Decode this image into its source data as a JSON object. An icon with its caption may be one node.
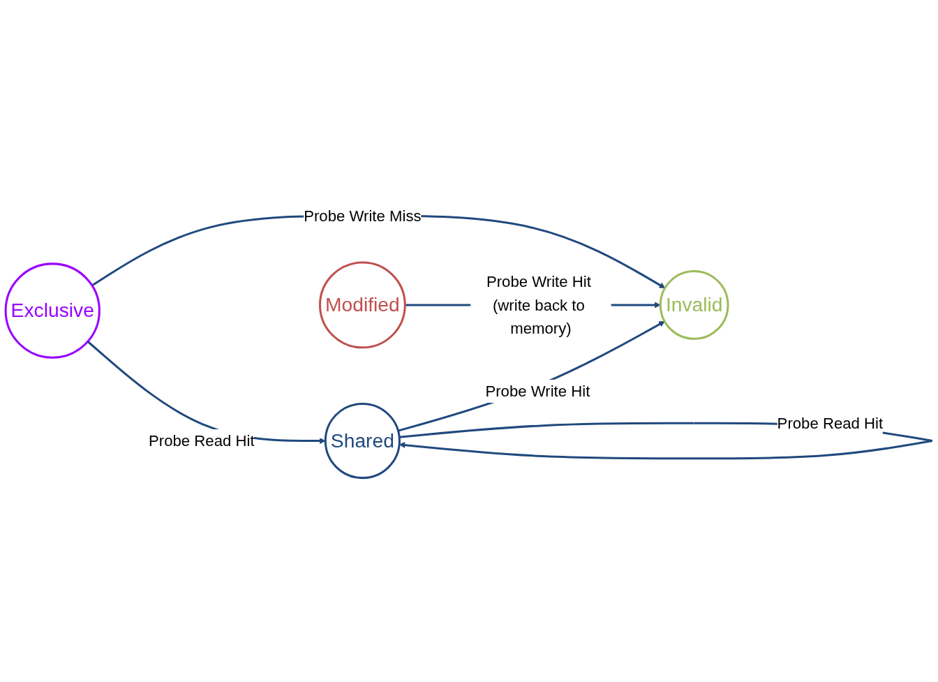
{
  "diagram": {
    "nodes": [
      {
        "text": [
          "Invalid"
        ]
      },
      {
        "text": [
          "Exclusive"
        ]
      },
      {
        "text": [
          "Shared"
        ]
      },
      {
        "text": [
          "Modified"
        ]
      }
    ],
    "edges": [
      {
        "from": 1,
        "to": 0,
        "arrow": "to",
        "label": "Probe Write Miss"
      },
      {
        "from": 3,
        "to": 0,
        "arrow": "to",
        "label": "Probe Write Hit (write back to memory)"
      },
      {
        "from": 2,
        "to": 0,
        "arrow": "to",
        "label": "Probe Write Hit"
      },
      {
        "from": 1,
        "to": 2,
        "arrow": "to",
        "label": "Probe Read Hit"
      },
      {
        "from": 2,
        "to": 2,
        "arrow": "to",
        "label": "Probe Read Hit"
      }
    ]
  }
}
